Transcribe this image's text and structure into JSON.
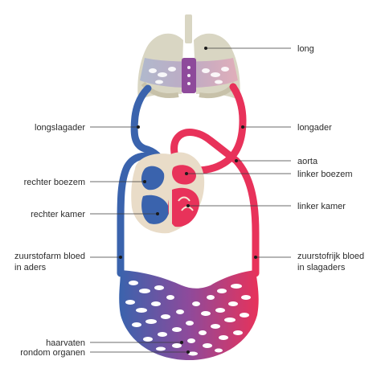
{
  "labels": {
    "long": "long",
    "longslagader": "longslagader",
    "longader": "longader",
    "aorta": "aorta",
    "linker_boezem": "linker boezem",
    "rechter_boezem": "rechter boezem",
    "linker_kamer": "linker kamer",
    "rechter_kamer": "rechter kamer",
    "zuurstofarm_line1": "zuurstofarm bloed",
    "zuurstofarm_line2": "in aders",
    "zuurstofrijk_line1": "zuurstofrijk bloed",
    "zuurstofrijk_line2": "in slagaders",
    "haarvaten_line1": "haarvaten",
    "haarvaten_line2": "rondom organen"
  },
  "colors": {
    "oxygen_poor": "#3a63ad",
    "oxygen_rich": "#e8325a",
    "lung": "#d9d6c3",
    "heart": "#e9dcc8",
    "mixed": "#8e4a9b"
  }
}
